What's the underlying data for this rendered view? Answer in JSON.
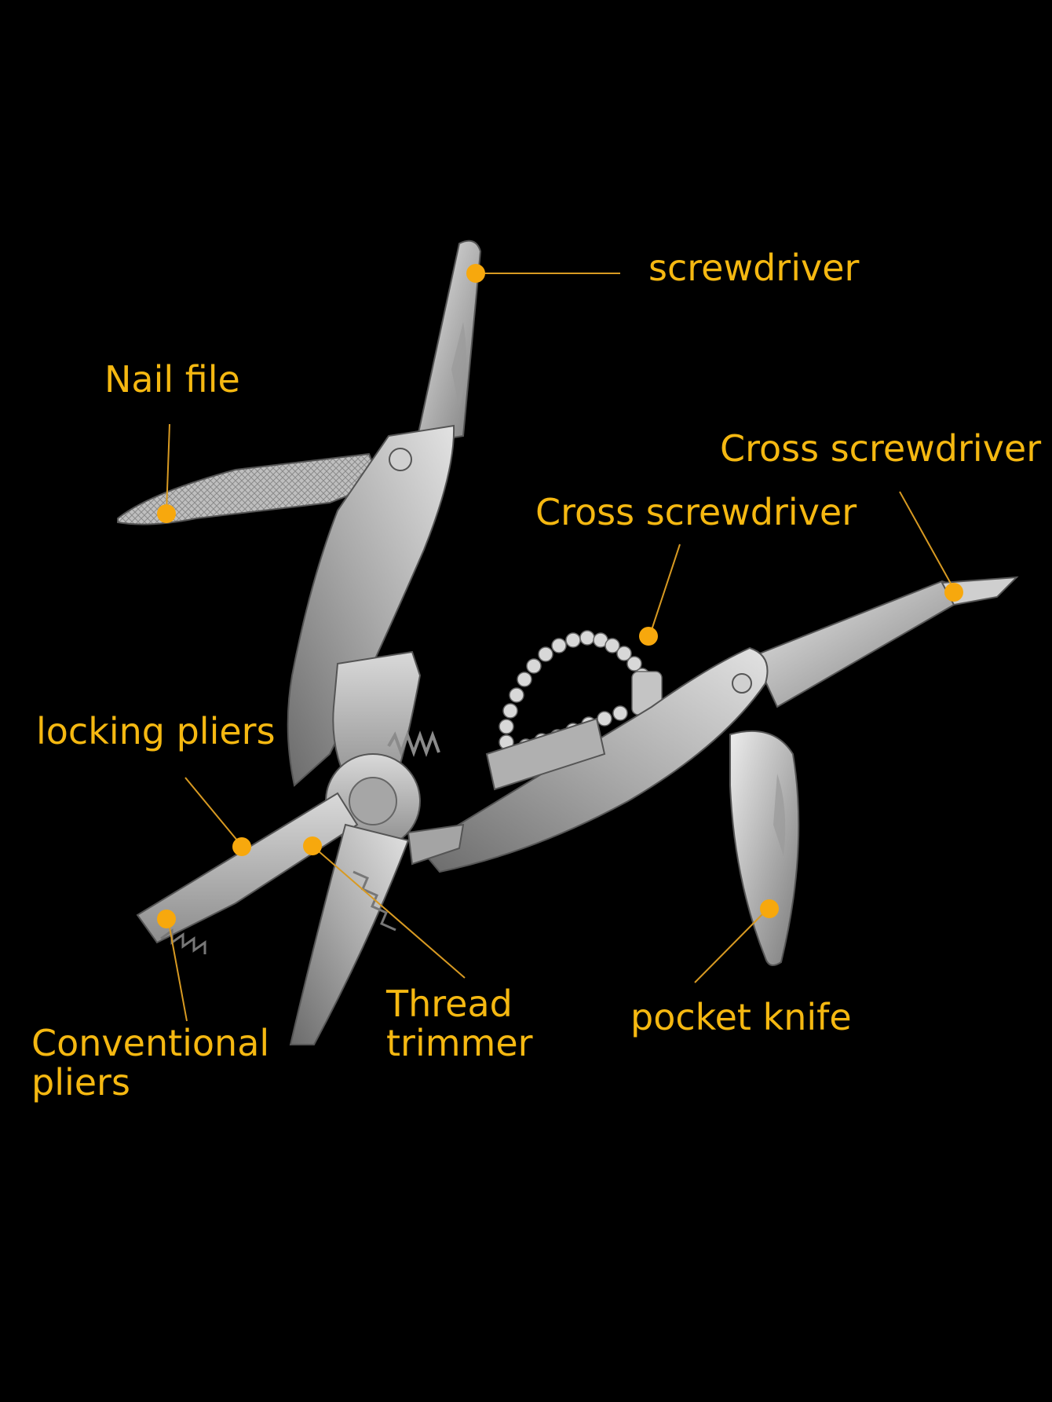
{
  "colors": {
    "background": "#000000",
    "label": "#f5b811",
    "marker": "#f7a80d",
    "leader": "#d89a22",
    "steel_light": "#e8e8e8",
    "steel_mid": "#b5b5b5",
    "steel_dark": "#6e6e6e"
  },
  "labels": {
    "screwdriver": "screwdriver",
    "nail_file": "Nail file",
    "cross_screwdriver_right": "Cross screwdriver",
    "cross_screwdriver_center": "Cross screwdriver",
    "locking_pliers": "locking pliers",
    "thread_trimmer_line1": "Thread",
    "thread_trimmer_line2": "trimmer",
    "pocket_knife": "pocket knife",
    "conventional_pliers_line1": "Conventional",
    "conventional_pliers_line2": "pliers"
  }
}
